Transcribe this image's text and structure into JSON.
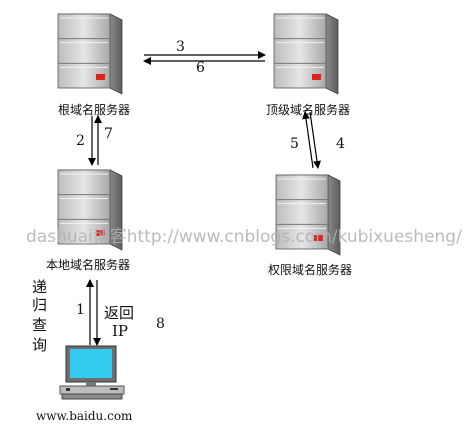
{
  "nodes": {
    "root": "根域名服务器",
    "tld": "顶级域名服务器",
    "local": "本地域名服务器",
    "auth": "权限域名服务器",
    "client": "www.baidu.com"
  },
  "steps": {
    "s1": "1",
    "s2": "2",
    "s3": "3",
    "s4": "4",
    "s5": "5",
    "s6": "6",
    "s7": "7",
    "s8": "8"
  },
  "annotations": {
    "recursive_chars": [
      "递",
      "归",
      "查",
      "询"
    ],
    "return_line1": "返回",
    "return_line2": "IP"
  },
  "watermark": "dashuai博客http://www.cnblogs.com/kubixuesheng/",
  "colors": {
    "server_light": "#d9d9d9",
    "server_dark": "#8c8c8c",
    "server_led": "#e0201a",
    "screen": "#33ccee",
    "arrow": "#000000"
  }
}
